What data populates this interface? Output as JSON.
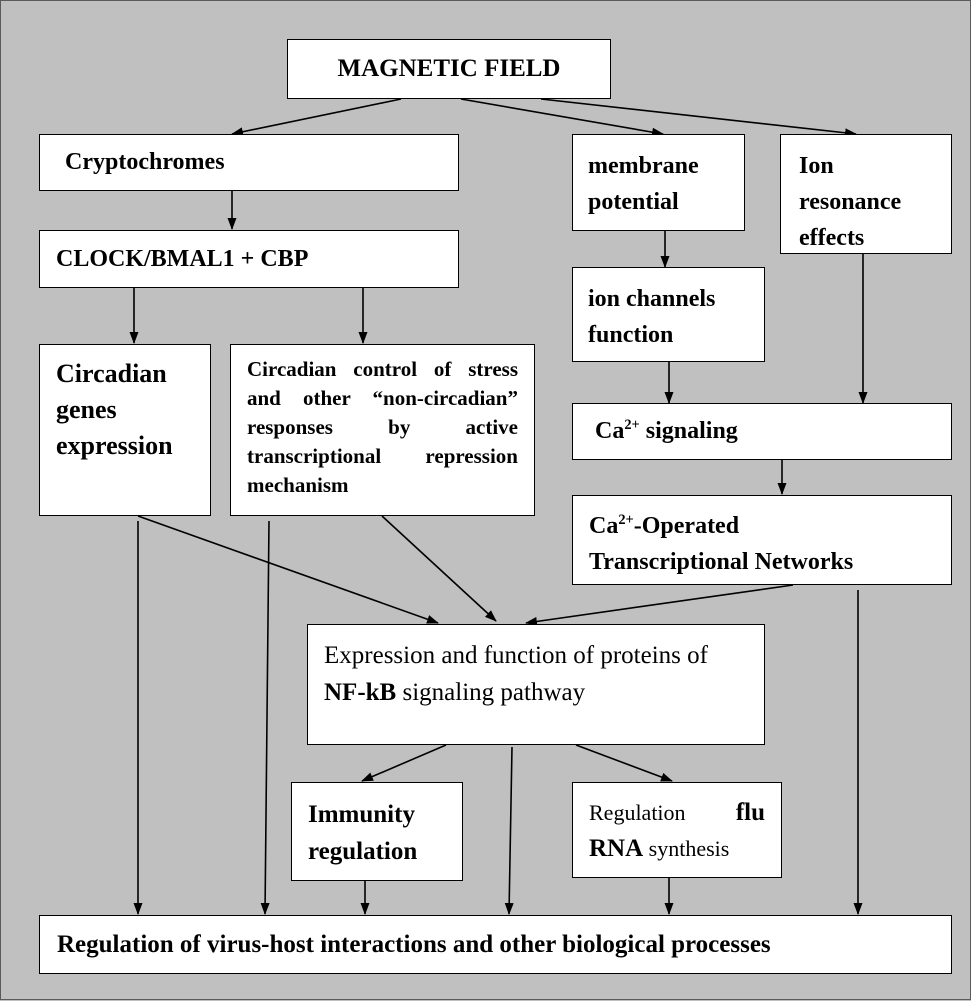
{
  "nodes": {
    "magnetic_field": "MAGNETIC FIELD",
    "cryptochromes": "Cryptochromes",
    "clock": "CLOCK/BMAL1 + CBP",
    "circadian_genes": [
      "Circadian",
      "genes",
      "expression"
    ],
    "circadian_control": "Circadian control of stress and other “non-circadian” responses by active transcriptional repression mechanism",
    "membrane_potential": [
      "membrane",
      "potential"
    ],
    "ion_resonance": [
      "Ion",
      "resonance",
      "effects"
    ],
    "ion_channels": [
      "ion channels",
      "function"
    ],
    "ca_signaling": {
      "ca": "Ca",
      "sup": "2+",
      "rest": " signaling"
    },
    "ca_operated": {
      "ca": "Ca",
      "sup": "2+",
      "rest": "-Operated",
      "line2": "Transcriptional Networks"
    },
    "nfkb": {
      "prefix": "Expression and function of proteins of ",
      "bold": "NF-kB",
      "suffix": " signaling pathway"
    },
    "immunity": [
      "Immunity",
      "regulation"
    ],
    "flu": {
      "p1": "Regulation ",
      "b1": "flu",
      "b2": "RNA",
      "p2": " synthesis"
    },
    "virus_host": "Regulation of virus-host interactions and other biological processes"
  }
}
